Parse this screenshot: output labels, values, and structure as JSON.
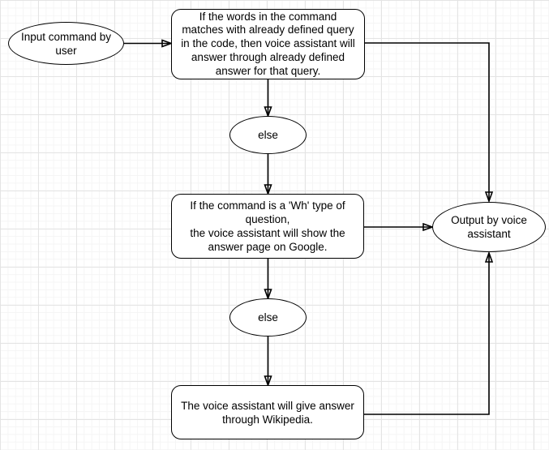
{
  "diagram": {
    "type": "flowchart",
    "background": "grid",
    "colors": {
      "shape_fill": "#ffffff",
      "shape_stroke": "#000000",
      "text": "#000000",
      "grid_minor": "#f5f5f5",
      "grid_major": "#e4e4e4"
    },
    "nodes": {
      "input": {
        "shape": "ellipse",
        "label": "Input command by\nuser"
      },
      "match": {
        "shape": "rounded-rectangle",
        "label": "If the words in the command\nmatches with already defined query\nin the code, then voice assistant will\nanswer through already defined\nanswer for that query."
      },
      "else1": {
        "shape": "ellipse",
        "label": "else"
      },
      "wh": {
        "shape": "rounded-rectangle",
        "label": "If the command is a 'Wh' type of\nquestion,\nthe voice assistant will show the\nanswer page on Google."
      },
      "else2": {
        "shape": "ellipse",
        "label": "else"
      },
      "wiki": {
        "shape": "rounded-rectangle",
        "label": "The voice assistant will give answer\nthrough Wikipedia."
      },
      "output": {
        "shape": "ellipse",
        "label": "Output by voice\nassistant"
      }
    },
    "edges": [
      {
        "from": "input",
        "to": "match",
        "route": "straight-right"
      },
      {
        "from": "match",
        "to": "else1",
        "route": "straight-down"
      },
      {
        "from": "else1",
        "to": "wh",
        "route": "straight-down"
      },
      {
        "from": "wh",
        "to": "else2",
        "route": "straight-down"
      },
      {
        "from": "else2",
        "to": "wiki",
        "route": "straight-down"
      },
      {
        "from": "wh",
        "to": "output",
        "route": "straight-right"
      },
      {
        "from": "match",
        "to": "output",
        "route": "right-then-down"
      },
      {
        "from": "wiki",
        "to": "output",
        "route": "right-then-up"
      }
    ]
  }
}
